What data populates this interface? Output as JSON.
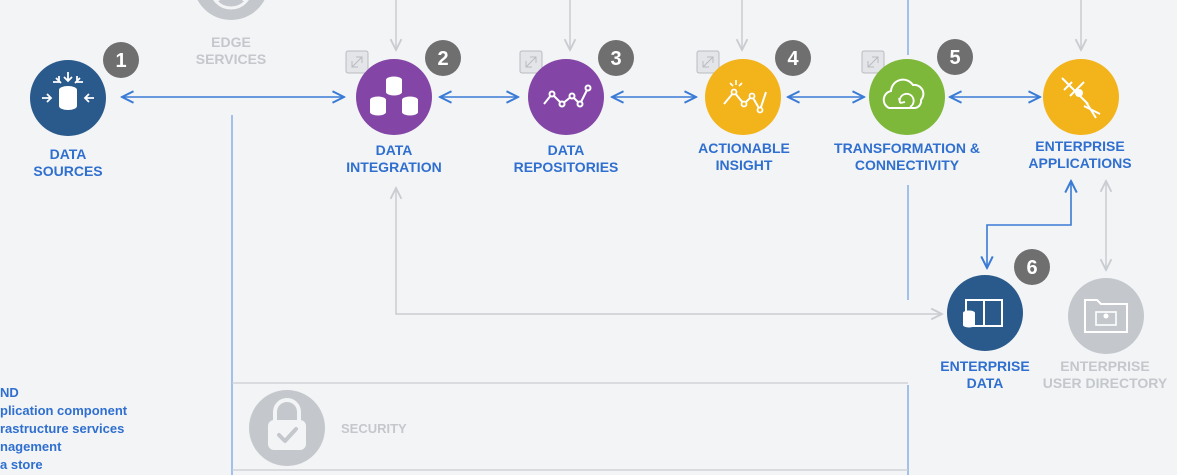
{
  "nodes": {
    "data_sources": {
      "num": "1",
      "line1": "DATA",
      "line2": "SOURCES",
      "color": "#2a5a8c"
    },
    "edge_services": {
      "line1": "EDGE",
      "line2": "SERVICES",
      "color": "#c4c7cc"
    },
    "data_integration": {
      "num": "2",
      "line1": "DATA",
      "line2": "INTEGRATION",
      "color": "#8346a6"
    },
    "data_repositories": {
      "num": "3",
      "line1": "DATA",
      "line2": "REPOSITORIES",
      "color": "#8346a6"
    },
    "actionable_insight": {
      "num": "4",
      "line1": "ACTIONABLE",
      "line2": "INSIGHT",
      "color": "#f2b31b"
    },
    "transformation": {
      "num": "5",
      "line1": "TRANSFORMATION &",
      "line2": "CONNECTIVITY",
      "color": "#7db83a"
    },
    "enterprise_applications": {
      "line1": "ENTERPRISE",
      "line2": "APPLICATIONS",
      "color": "#f2b31b"
    },
    "enterprise_data": {
      "num": "6",
      "line1": "ENTERPRISE",
      "line2": "DATA",
      "color": "#2a5a8c"
    },
    "enterprise_user_directory": {
      "line1": "ENTERPRISE",
      "line2": "USER DIRECTORY",
      "color": "#c4c7cc"
    }
  },
  "security": {
    "label": "SECURITY"
  },
  "legend": {
    "title": "ND",
    "items": [
      "plication component",
      "rastructure services",
      "nagement",
      "a store"
    ]
  },
  "colors": {
    "arrow": "#3a7bd5",
    "grey_arrow": "#c9ccd1",
    "badge": "#6f6f70",
    "background": "#f3f4f6"
  }
}
